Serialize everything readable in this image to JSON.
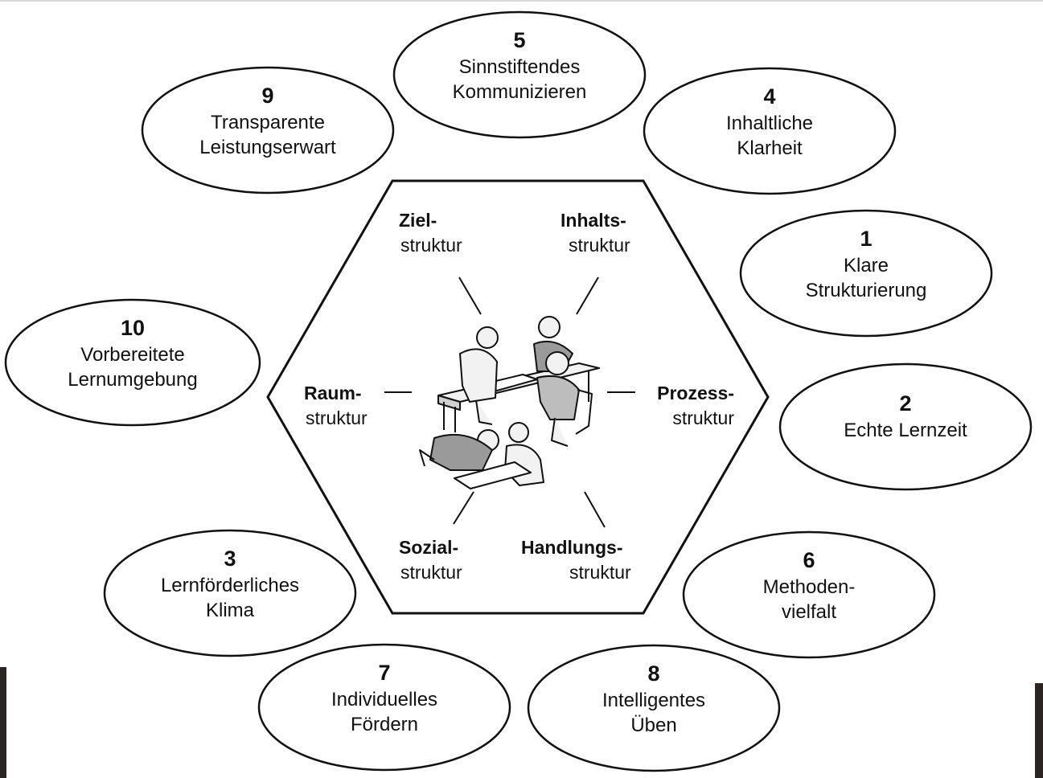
{
  "diagram": {
    "ellipses": [
      {
        "id": "e5",
        "number": "5",
        "lines": [
          "Sinnstiftendes",
          "Kommunizieren"
        ]
      },
      {
        "id": "e9",
        "number": "9",
        "lines": [
          "Transparente",
          "Leistungserwart"
        ]
      },
      {
        "id": "e4",
        "number": "4",
        "lines": [
          "Inhaltliche",
          "Klarheit"
        ]
      },
      {
        "id": "e1",
        "number": "1",
        "lines": [
          "Klare",
          "Strukturierung"
        ]
      },
      {
        "id": "e10",
        "number": "10",
        "lines": [
          "Vorbereitete",
          "Lernumgebung"
        ]
      },
      {
        "id": "e2",
        "number": "2",
        "lines": [
          "Echte Lernzeit"
        ]
      },
      {
        "id": "e3",
        "number": "3",
        "lines": [
          "Lernförderliches",
          "Klima"
        ]
      },
      {
        "id": "e6",
        "number": "6",
        "lines": [
          "Methoden-",
          "vielfalt"
        ]
      },
      {
        "id": "e7",
        "number": "7",
        "lines": [
          "Individuelles",
          "Fördern"
        ]
      },
      {
        "id": "e8",
        "number": "8",
        "lines": [
          "Intelligentes",
          "Üben"
        ]
      }
    ],
    "structures": [
      {
        "id": "ziel",
        "bold": "Ziel-",
        "normal": "struktur"
      },
      {
        "id": "inhalts",
        "bold": "Inhalts-",
        "normal": "struktur"
      },
      {
        "id": "raum",
        "bold": "Raum-",
        "normal": "struktur"
      },
      {
        "id": "prozess",
        "bold": "Prozess-",
        "normal": "struktur"
      },
      {
        "id": "sozial",
        "bold": "Sozial-",
        "normal": "struktur"
      },
      {
        "id": "handlungs",
        "bold": "Handlungs-",
        "normal": "struktur"
      }
    ],
    "center_illustration": "children-at-table-illustration"
  },
  "colors": {
    "ink": "#111111",
    "background": "#ffffff",
    "corner_dark": "#2b2422"
  }
}
